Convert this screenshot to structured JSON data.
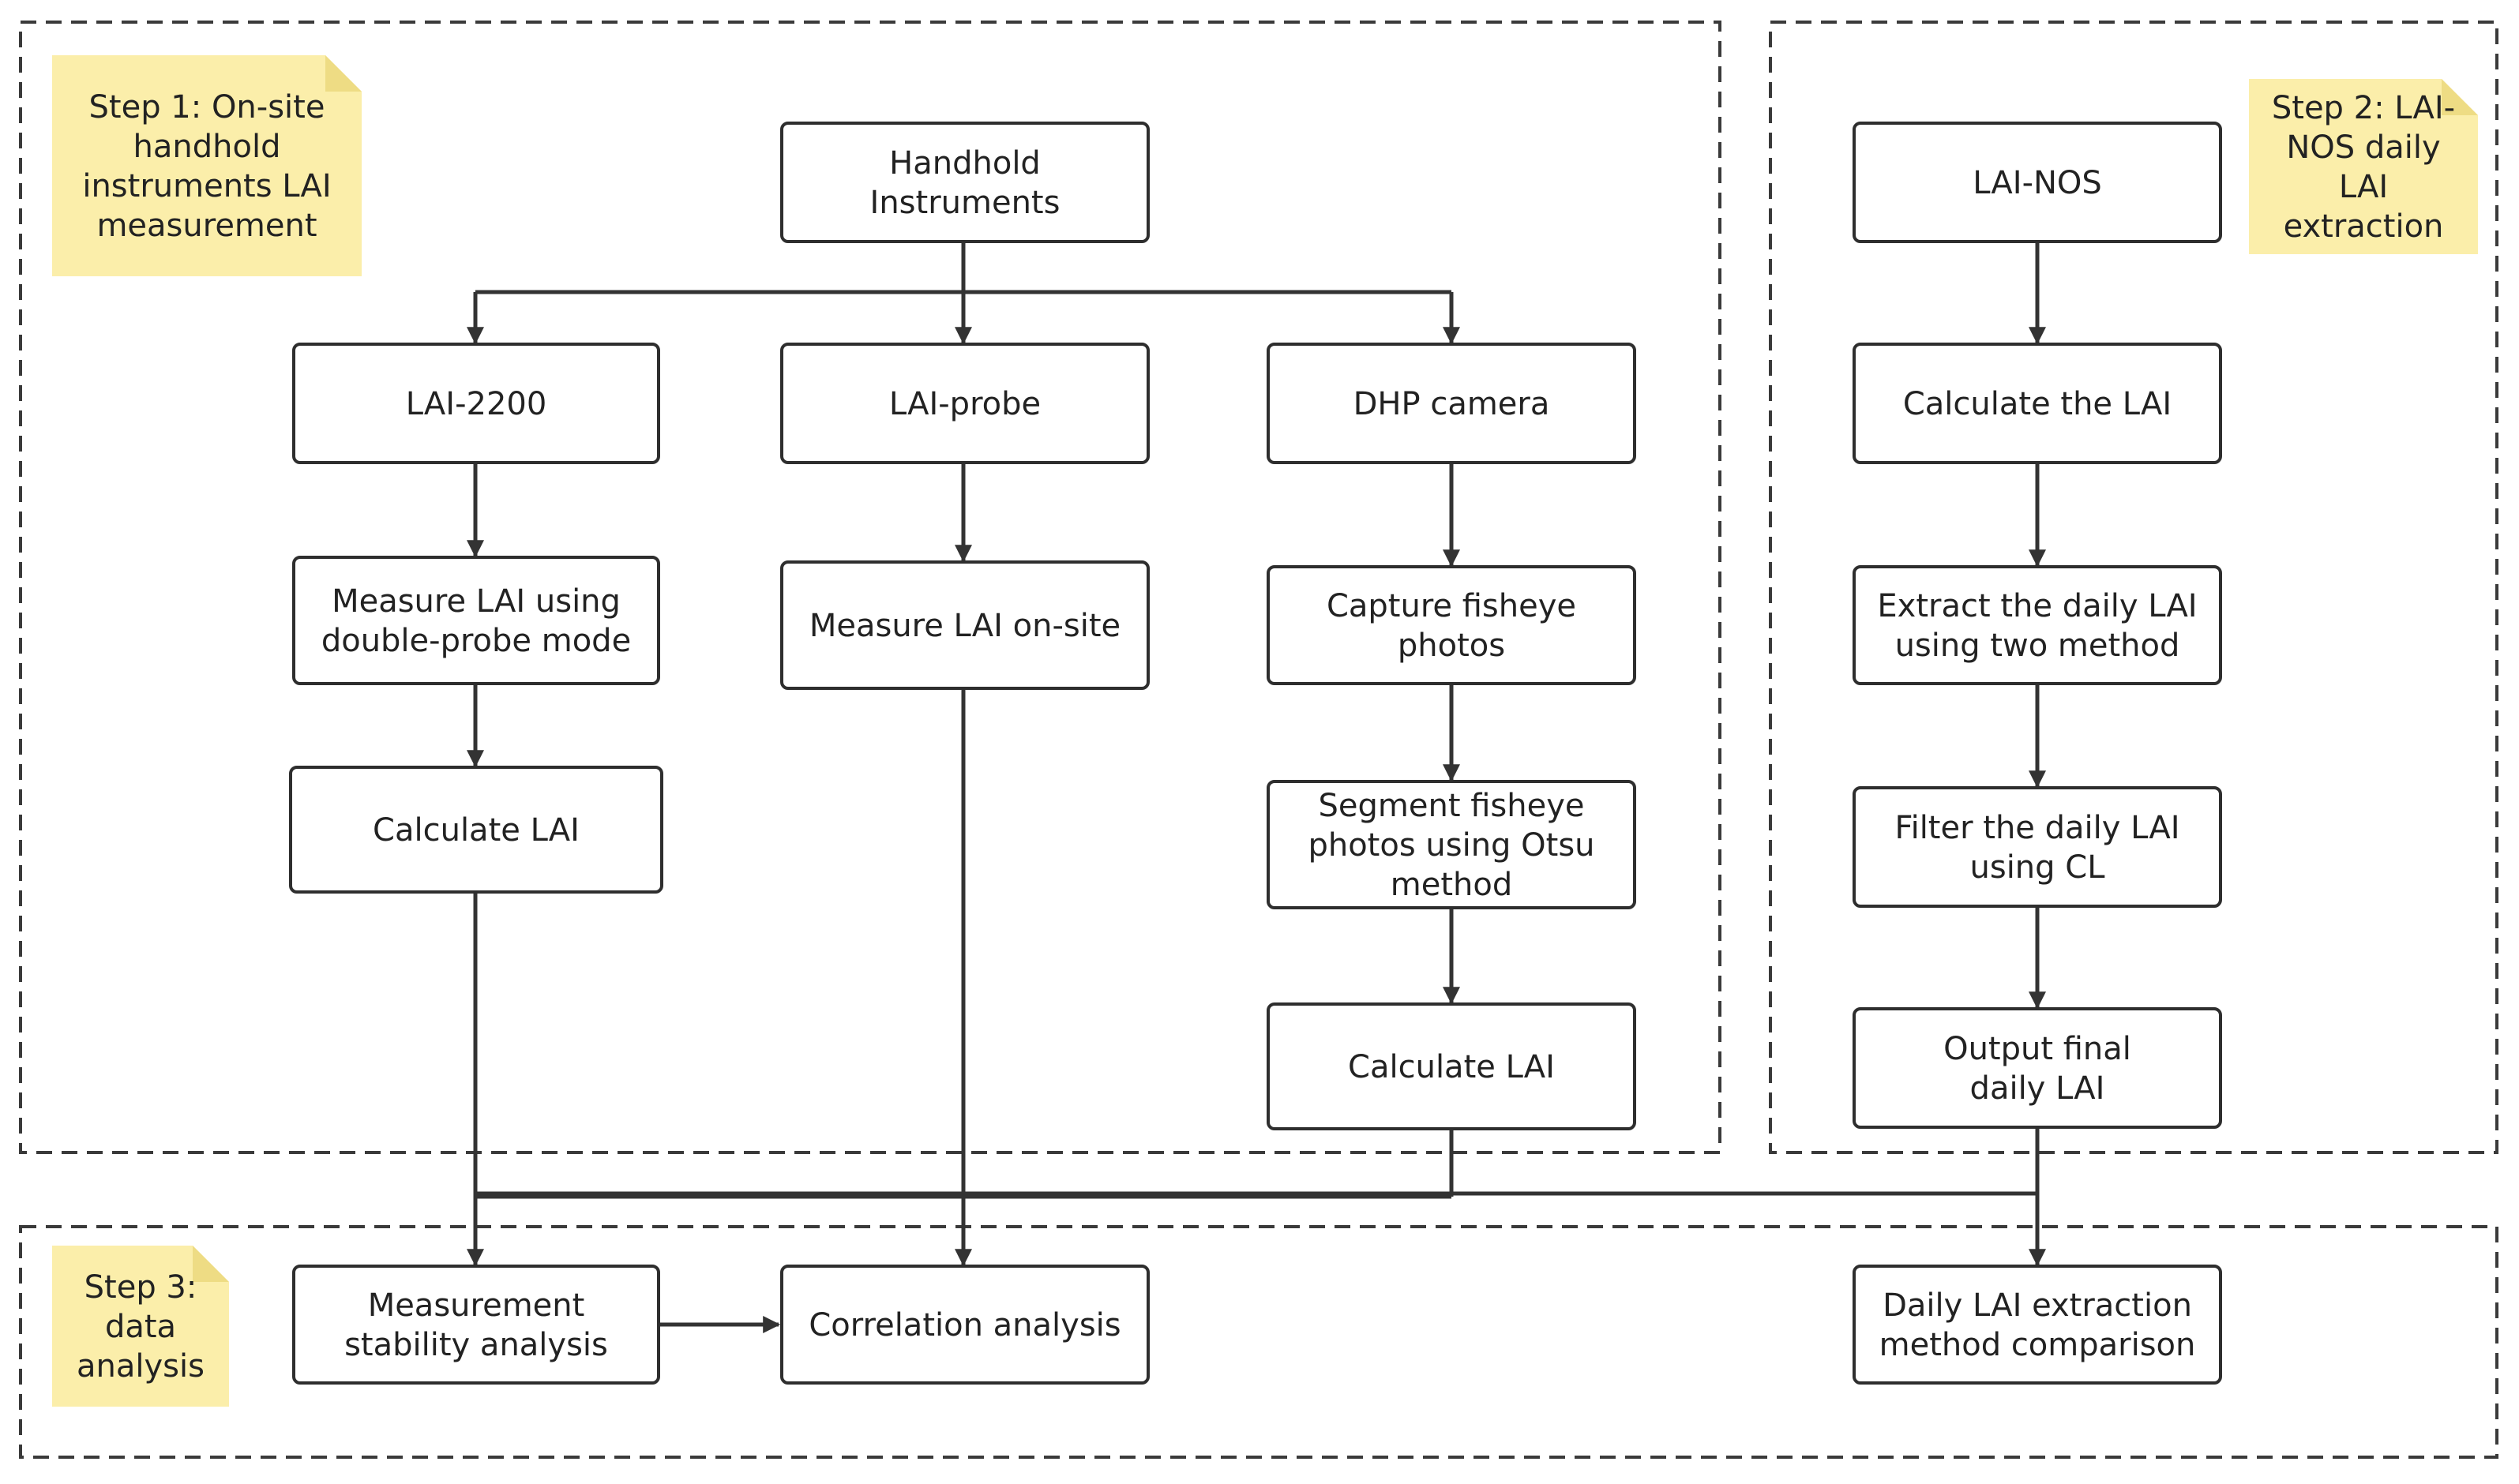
{
  "colors": {
    "box_stroke": "#2e2e2e",
    "line": "#333333",
    "note_fill": "#fbeeaa",
    "note_fold": "#eedc84"
  },
  "notes": {
    "step1": [
      "Step 1: On-site",
      "handhold",
      "instruments LAI",
      "measurement"
    ],
    "step2": [
      "Step 2: LAI-",
      "NOS daily",
      "LAI",
      "extraction"
    ],
    "step3": [
      "Step 3:",
      "data",
      "analysis"
    ]
  },
  "nodes": {
    "handheld": [
      "Handhold",
      "Instruments"
    ],
    "lai2200": [
      "LAI-2200"
    ],
    "laiprobe": [
      "LAI-probe"
    ],
    "dhp": [
      "DHP camera"
    ],
    "measure_double": [
      "Measure LAI using",
      "double-probe mode"
    ],
    "measure_onsite": [
      "Measure LAI on-site"
    ],
    "capture": [
      "Capture fisheye",
      "photos"
    ],
    "calc1": [
      "Calculate LAI"
    ],
    "segment": [
      "Segment fisheye",
      "photos using Otsu",
      "method"
    ],
    "calc2": [
      "Calculate LAI"
    ],
    "lainos": [
      "LAI-NOS"
    ],
    "calc_the": [
      "Calculate the LAI"
    ],
    "extract": [
      "Extract the daily LAI",
      "using two method"
    ],
    "filter": [
      "Filter the daily LAI",
      "using CL"
    ],
    "output": [
      "Output final",
      "daily LAI"
    ],
    "stability": [
      "Measurement",
      "stability analysis"
    ],
    "correlation": [
      "Correlation analysis"
    ],
    "comparison": [
      "Daily LAI extraction",
      "method comparison"
    ]
  }
}
